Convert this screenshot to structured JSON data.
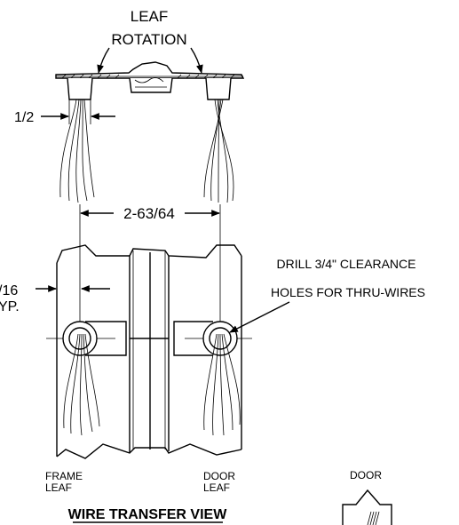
{
  "labels": {
    "leaf_rotation_line1": "LEAF",
    "leaf_rotation_line2": "ROTATION",
    "dim_half": "1/2",
    "dim_center": "2-63/64",
    "dim_side_line1": "/16",
    "dim_side_line2": "YP.",
    "drill_note_line1": "DRILL 3/4\" CLEARANCE",
    "drill_note_line2": "HOLES FOR THRU-WIRES",
    "frame_leaf_line1": "FRAME",
    "frame_leaf_line2": "LEAF",
    "door_leaf_line1": "DOOR",
    "door_leaf_line2": "LEAF",
    "view_title": "WIRE TRANSFER VIEW",
    "door_label": "DOOR"
  }
}
